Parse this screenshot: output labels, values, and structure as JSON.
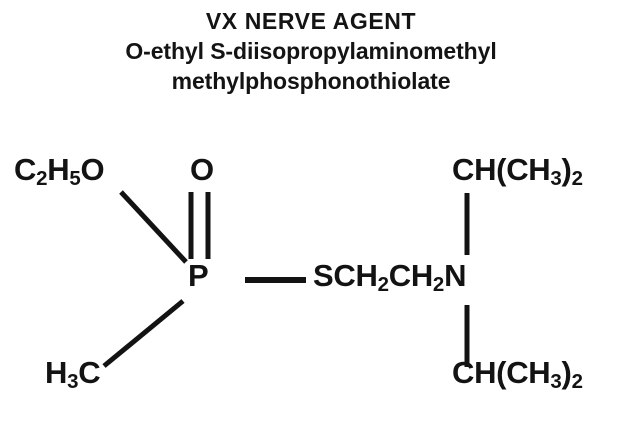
{
  "title": {
    "line1": "VX NERVE AGENT",
    "line2": "O-ethyl S-diisopropylaminomethyl",
    "line3": "methylphosphonothiolate"
  },
  "structure": {
    "name": "vx-structural-formula",
    "ink_color": "#131313",
    "background_color": "#ffffff",
    "atom_groups": [
      {
        "id": "ethoxy",
        "text": "C2H5O",
        "html": "C<sub>2</sub>H<sub>5</sub>O"
      },
      {
        "id": "oxo",
        "text": "O",
        "html": "O"
      },
      {
        "id": "phosphorus",
        "text": "P",
        "html": "P"
      },
      {
        "id": "methyl",
        "text": "H3C",
        "html": "H<sub>3</sub>C"
      },
      {
        "id": "thio-chain",
        "text": "SCH2CH2N",
        "html": "SCH<sub>2</sub>CH<sub>2</sub>N"
      },
      {
        "id": "isopropyl-top",
        "text": "CH(CH3)2",
        "html": "CH(CH<sub>3</sub>)<sub>2</sub>"
      },
      {
        "id": "isopropyl-bottom",
        "text": "CH(CH3)2",
        "html": "CH(CH<sub>3</sub>)<sub>2</sub>"
      }
    ],
    "bonds": [
      {
        "id": "ethoxy-to-p",
        "type": "single",
        "order": 1,
        "orientation": "diagonal-down-right"
      },
      {
        "id": "p-to-oxo",
        "type": "double",
        "order": 2,
        "orientation": "vertical"
      },
      {
        "id": "methyl-to-p",
        "type": "single",
        "order": 1,
        "orientation": "diagonal-up-right"
      },
      {
        "id": "p-to-s",
        "type": "single",
        "order": 1,
        "orientation": "horizontal"
      },
      {
        "id": "n-to-isopropyl-top",
        "type": "single",
        "order": 1,
        "orientation": "vertical"
      },
      {
        "id": "n-to-isopropyl-bottom",
        "type": "single",
        "order": 1,
        "orientation": "vertical"
      }
    ]
  }
}
